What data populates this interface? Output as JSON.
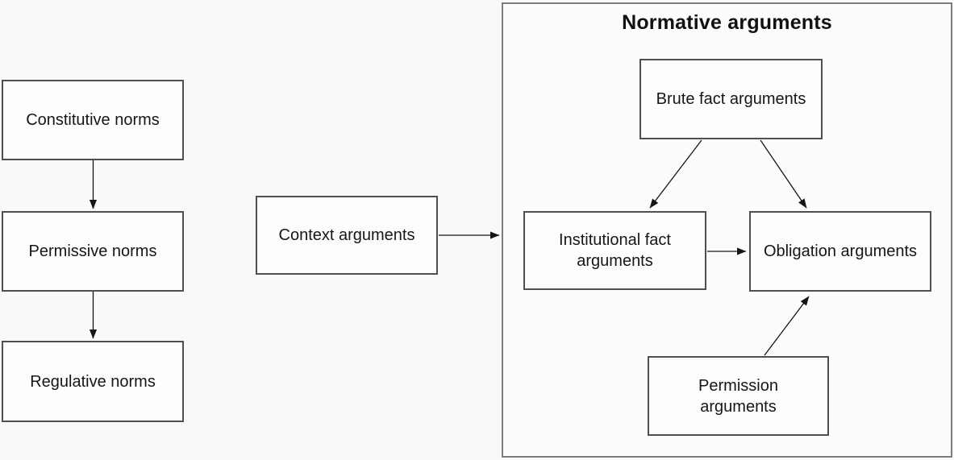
{
  "diagram": {
    "group": {
      "title": "Normative arguments"
    },
    "nodes": {
      "constitutive": {
        "label": "Constitutive norms"
      },
      "permissive": {
        "label": "Permissive norms"
      },
      "regulative": {
        "label": "Regulative norms"
      },
      "context": {
        "label": "Context arguments"
      },
      "brute_fact": {
        "label": "Brute fact arguments"
      },
      "institutional_fact": {
        "label": "Institutional fact arguments"
      },
      "obligation": {
        "label": "Obligation arguments"
      },
      "permission": {
        "label": "Permission arguments"
      }
    },
    "edges": [
      {
        "from": "Constitutive norms",
        "to": "Permissive norms"
      },
      {
        "from": "Permissive norms",
        "to": "Regulative norms"
      },
      {
        "from": "Context arguments",
        "to": "Normative arguments"
      },
      {
        "from": "Brute fact arguments",
        "to": "Institutional fact arguments"
      },
      {
        "from": "Brute fact arguments",
        "to": "Obligation arguments"
      },
      {
        "from": "Institutional fact arguments",
        "to": "Obligation arguments"
      },
      {
        "from": "Permission arguments",
        "to": "Obligation arguments"
      }
    ],
    "colors": {
      "background": "#f9f9f9",
      "group_border": "#7d7d7d",
      "group_fill": "#fcfcfc",
      "node_border": "#4f4f4f",
      "node_fill": "#fdfdfd",
      "arrow": "#151515",
      "text": "#161616"
    }
  }
}
